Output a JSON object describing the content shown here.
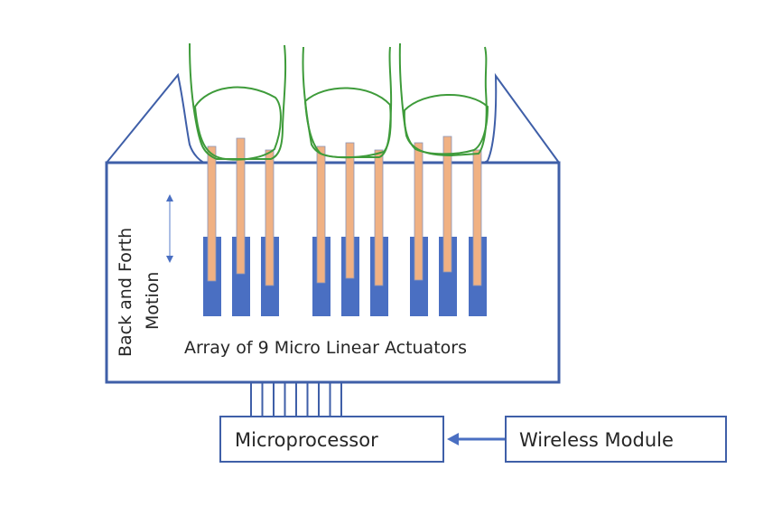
{
  "diagram": {
    "actuator_array_label": "Array of 9 Micro Linear Actuators",
    "motion_label_line1": "Back and Forth",
    "motion_label_line2": "Motion",
    "microprocessor_label": "Microprocessor",
    "wireless_module_label": "Wireless Module",
    "actuator_count": 9,
    "finger_count": 3,
    "colors": {
      "outline": "#3f5fa8",
      "actuator_body": "#4a6fc2",
      "actuator_rod": "#f0b183",
      "finger": "#3e9b3a",
      "text": "#262626"
    }
  }
}
